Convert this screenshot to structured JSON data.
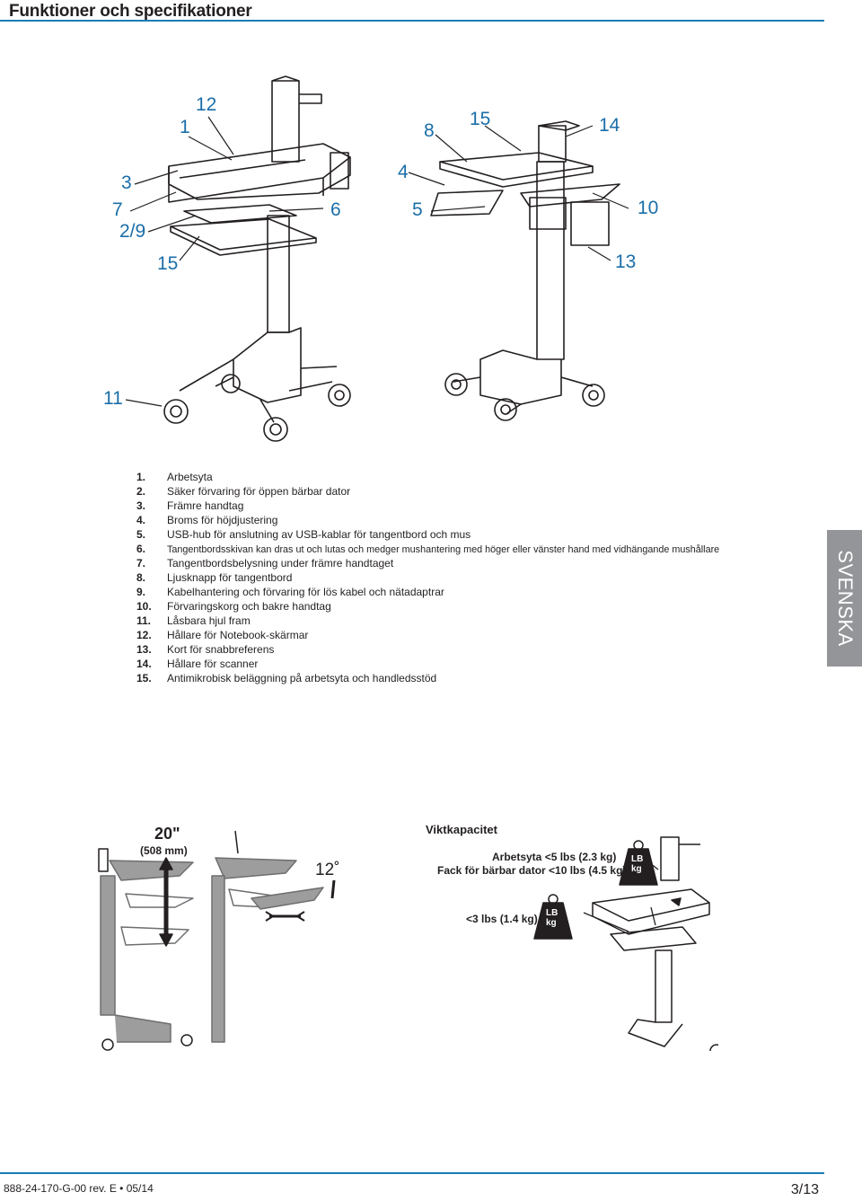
{
  "header": {
    "title": "Funktioner och specifikationer"
  },
  "callouts": {
    "c1": "1",
    "c12": "12",
    "c3": "3",
    "c7": "7",
    "c29": "2/9",
    "c6": "6",
    "c15a": "15",
    "c11": "11",
    "c8": "8",
    "c15b": "15",
    "c14": "14",
    "c4": "4",
    "c5": "5",
    "c10": "10",
    "c13": "13"
  },
  "features": [
    {
      "num": "1.",
      "text": "Arbetsyta"
    },
    {
      "num": "2.",
      "text": "Säker förvaring för öppen bärbar dator"
    },
    {
      "num": "3.",
      "text": "Främre handtag"
    },
    {
      "num": "4.",
      "text": "Broms för höjdjustering"
    },
    {
      "num": "5.",
      "text": "USB-hub för anslutning av USB-kablar för tangentbord och mus"
    },
    {
      "num": "6.",
      "text": "Tangentbordsskivan kan dras ut och lutas och medger mushantering med höger eller vänster hand med vidhängande mushållare"
    },
    {
      "num": "7.",
      "text": "Tangentbordsbelysning under främre handtaget"
    },
    {
      "num": "8.",
      "text": "Ljusknapp för tangentbord"
    },
    {
      "num": "9.",
      "text": "Kabelhantering och förvaring för lös kabel och nätadaptrar"
    },
    {
      "num": "10.",
      "text": "Förvaringskorg och bakre handtag"
    },
    {
      "num": "11.",
      "text": "Låsbara hjul fram"
    },
    {
      "num": "12.",
      "text": "Hållare för Notebook-skärmar"
    },
    {
      "num": "13.",
      "text": "Kort för snabbreferens"
    },
    {
      "num": "14.",
      "text": "Hållare för scanner"
    },
    {
      "num": "15.",
      "text": "Antimikrobisk beläggning på arbetsyta och handledsstöd"
    }
  ],
  "language_tab": "SVENSKA",
  "specs": {
    "height_range": "20\"",
    "height_range_mm": "(508 mm)",
    "tilt": "12˚",
    "weight_title": "Viktkapacitet",
    "worksurface": "Arbetsyta  <5 lbs (2.3 kg)",
    "laptop_tray": "Fack för bärbar dator <10 lbs (4.5 kg)",
    "keyboard": "<3 lbs (1.4 kg)",
    "weight_icon_lb": "LB",
    "weight_icon_kg": "kg"
  },
  "footer": {
    "doc_number": "888-24-170-G-00 rev. E • 05/14",
    "page": "3/13"
  },
  "colors": {
    "accent_blue": "#1a7cb5",
    "callout_blue": "#1a6ea8",
    "tab_gray": "#939598"
  }
}
